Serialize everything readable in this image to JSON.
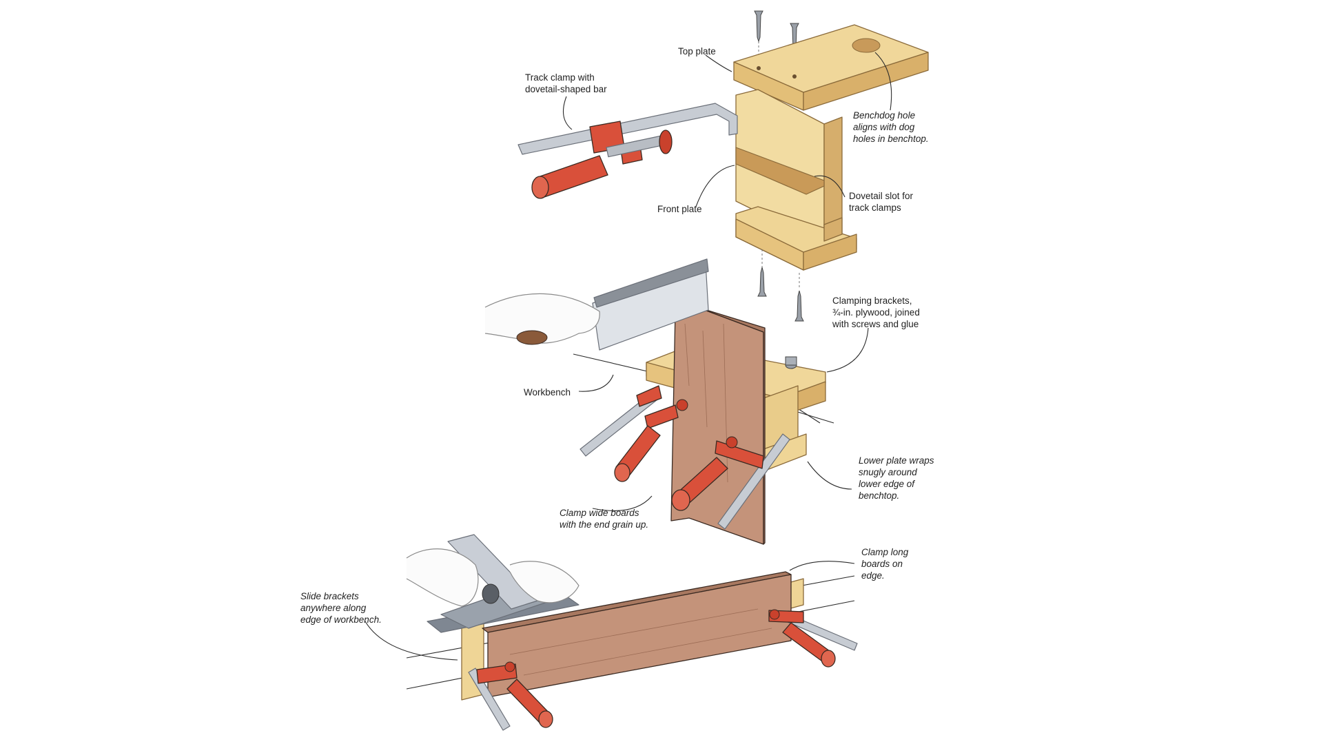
{
  "labels": {
    "top_plate": "Top plate",
    "track_clamp": [
      "Track clamp with",
      "dovetail-shaped bar"
    ],
    "benchdog_hole": [
      "Benchdog hole",
      "aligns with dog",
      "holes in benchtop."
    ],
    "front_plate": "Front plate",
    "dovetail_slot": [
      "Dovetail slot for",
      "track clamps"
    ],
    "clamping_brackets": [
      "Clamping brackets,",
      "¾-in. plywood, joined",
      "with screws and glue"
    ],
    "workbench": "Workbench",
    "lower_plate": [
      "Lower plate wraps",
      "snugly around",
      "lower edge of",
      "benchtop."
    ],
    "clamp_wide": [
      "Clamp wide boards",
      "with the end grain up."
    ],
    "clamp_long": [
      "Clamp long",
      "boards on",
      "edge."
    ],
    "slide_brackets": [
      "Slide brackets",
      "anywhere along",
      "edge of workbench."
    ]
  },
  "colors": {
    "plywood_face": "#f0d79a",
    "plywood_side": "#e3bf78",
    "board_face": "#c4937a",
    "board_side": "#a87860",
    "clamp_red": "#d9503a",
    "metal": "#c7ccd3",
    "line": "#2a2a2a"
  }
}
